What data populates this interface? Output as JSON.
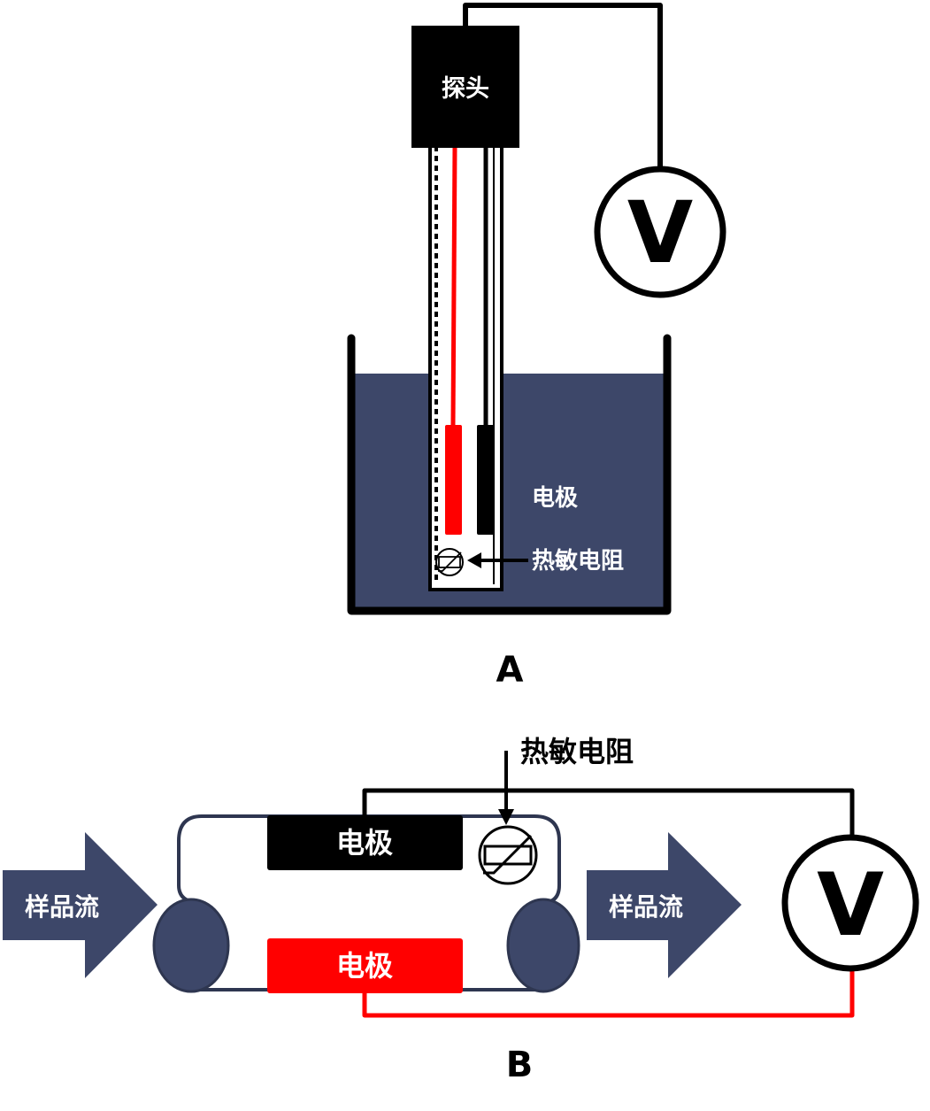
{
  "panel_a": {
    "probe_label": "探头",
    "meter_symbol": "V",
    "electrode_label": "电极",
    "thermistor_label": "热敏电阻",
    "caption": "A"
  },
  "panel_b": {
    "thermistor_label": "热敏电阻",
    "top_electrode_label": "电极",
    "bottom_electrode_label": "电极",
    "inflow_label": "样品流",
    "outflow_label": "样品流",
    "meter_symbol": "V",
    "caption": "B"
  },
  "colors": {
    "liquid": "#3d4769",
    "wire_positive": "#ff0000",
    "wire_negative": "#000000",
    "flow_arrow": "#3d4769",
    "probe_body": "#000000"
  }
}
